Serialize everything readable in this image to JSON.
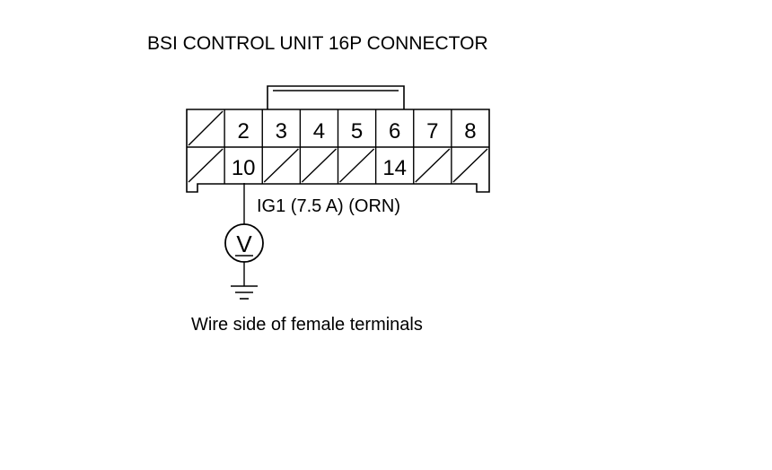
{
  "title": "BSI CONTROL UNIT 16P CONNECTOR",
  "connector": {
    "top_row": [
      "",
      "2",
      "3",
      "4",
      "5",
      "6",
      "7",
      "8"
    ],
    "bottom_row": [
      "",
      "10",
      "",
      "",
      "",
      "14",
      "",
      ""
    ]
  },
  "wire_label": "IG1 (7.5 A) (ORN)",
  "meter_symbol": "V",
  "caption": "Wire side of female terminals"
}
